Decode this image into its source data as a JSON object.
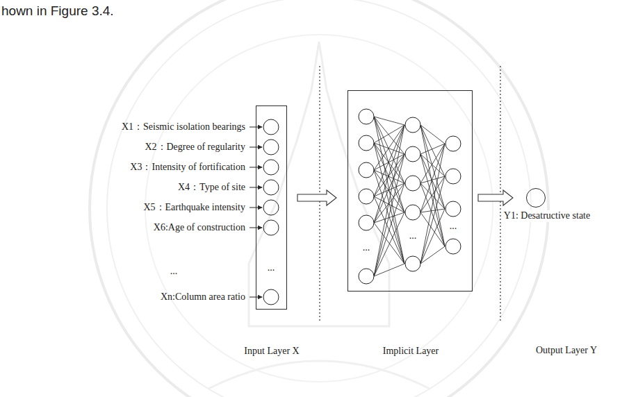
{
  "diagram": {
    "nodes": [
      {
        "text": [
          "Input Layer X"
        ]
      },
      {
        "text": [
          "Implicit Layer"
        ]
      },
      {
        "text": [
          "Y1: Desatructive state"
        ]
      }
    ],
    "edges": [
      {
        "from": 0,
        "to": 1,
        "arrow": "to"
      },
      {
        "from": 1,
        "to": 2,
        "arrow": "to"
      }
    ],
    "labels": [
      "hown in Figure 3.4.",
      "X1：Seismic isolation bearings",
      "X2：Degree of regularity",
      "X3：Intensity of fortification",
      "X4：Type of site",
      "X5：Earthquake intensity",
      "X6:Age of construction",
      "...",
      "Xn:Column area ratio",
      "...",
      "...",
      "...",
      "...",
      "Output Layer Y"
    ]
  }
}
